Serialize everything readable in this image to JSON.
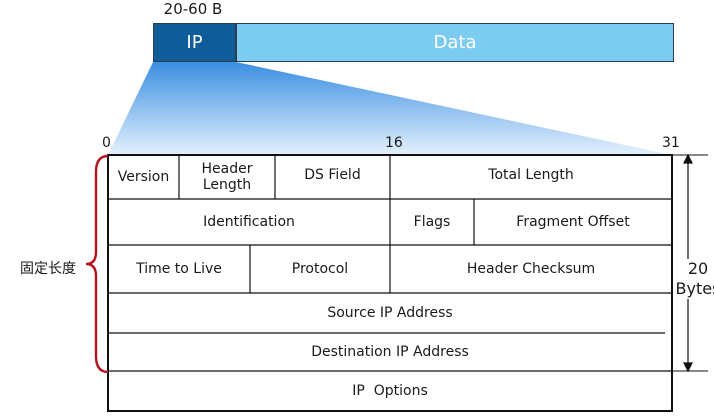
{
  "packet": {
    "size_label": "20-60 B",
    "ip_label": "IP",
    "data_label": "Data"
  },
  "bit_markers": {
    "start": "0",
    "middle": "16",
    "end": "31"
  },
  "header_fields": {
    "version": "Version",
    "header_length_line1": "Header",
    "header_length_line2": "Length",
    "ds_field": "DS Field",
    "total_length": "Total Length",
    "identification": "Identification",
    "flags": "Flags",
    "fragment_offset": "Fragment Offset",
    "ttl": "Time to Live",
    "protocol": "Protocol",
    "header_checksum": "Header Checksum",
    "source_ip": "Source IP Address",
    "destination_ip": "Destination IP Address",
    "ip_options": "IP  Options"
  },
  "annotations": {
    "fixed_length": "固定长度",
    "bytes_number": "20",
    "bytes_unit": "Bytes"
  },
  "colors": {
    "ip_box": "#0e5d9a",
    "data_box": "#7ccbf0",
    "brace": "#b5121b",
    "fan_top": "#3a8fe0",
    "fan_bottom": "#d8ebfb"
  }
}
